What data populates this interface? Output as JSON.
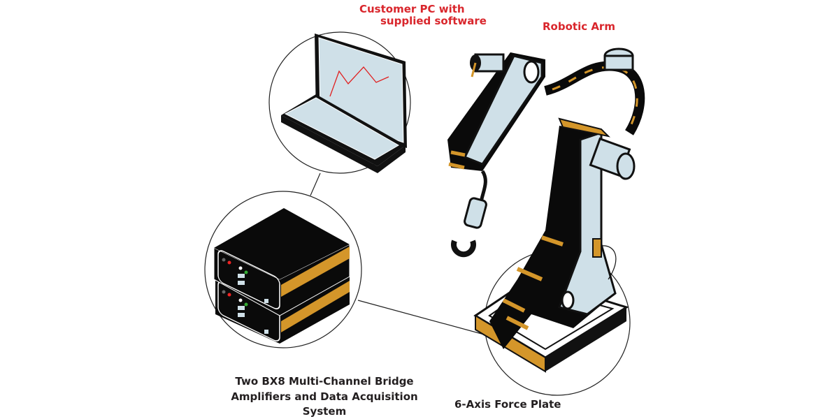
{
  "labels": {
    "pc_line1": "Customer PC with",
    "pc_line2": "supplied software",
    "robot": "Robotic Arm",
    "amp_line1": "Two BX8 Multi-Channel Bridge",
    "amp_line2": "Amplifiers and Data Acquisition",
    "amp_line3": "System",
    "plate": "6-Axis Force Plate"
  },
  "colors": {
    "accent_label": "#d9262c",
    "orange": "#d4962a",
    "light_blue": "#cfe0e8",
    "black": "#0a0a0a"
  }
}
